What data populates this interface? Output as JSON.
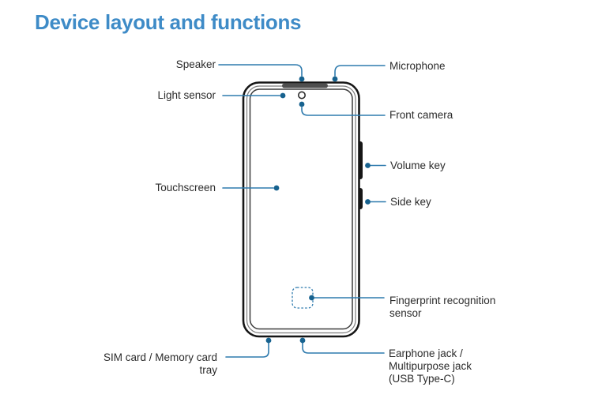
{
  "page": {
    "title": "Device layout and functions"
  },
  "diagram": {
    "labels": {
      "speaker": "Speaker",
      "light_sensor": "Light sensor",
      "touchscreen": "Touchscreen",
      "sim_tray": "SIM card / Memory card\ntray",
      "microphone": "Microphone",
      "front_camera": "Front camera",
      "volume_key": "Volume key",
      "side_key": "Side key",
      "fingerprint_sensor": "Fingerprint recognition\nsensor",
      "earphone_jack": "Earphone jack /\nMultipurpose jack\n(USB Type-C)"
    },
    "colors": {
      "title_blue": "#3e8bc7",
      "leader_line_blue": "#2f7bae",
      "dot_blue": "#17628f",
      "device_outline": "#161616",
      "label_text": "#2b2b2b"
    }
  }
}
